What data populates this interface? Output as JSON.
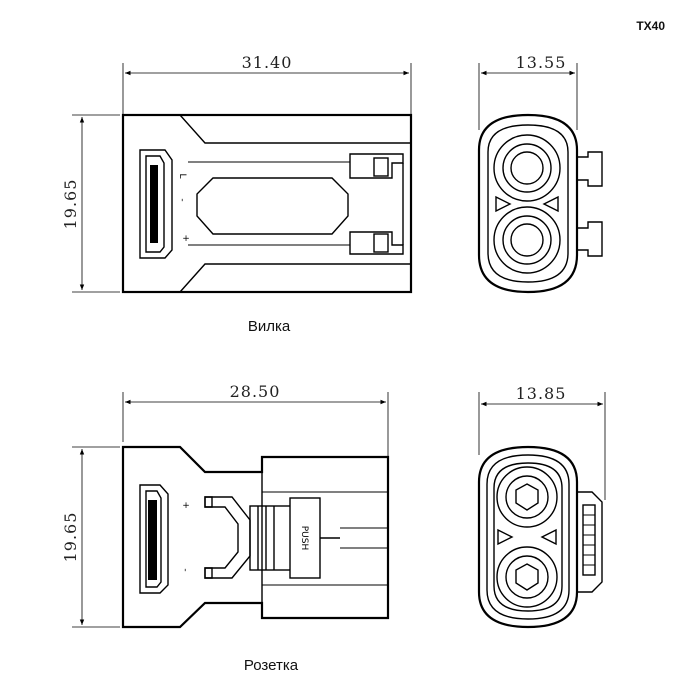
{
  "model": "TX40",
  "plug": {
    "label": "Вилка",
    "length": "31.40",
    "height": "19.65",
    "width": "13.55"
  },
  "socket": {
    "label": "Розетка",
    "length": "28.50",
    "height": "19.65",
    "width": "13.85"
  }
}
